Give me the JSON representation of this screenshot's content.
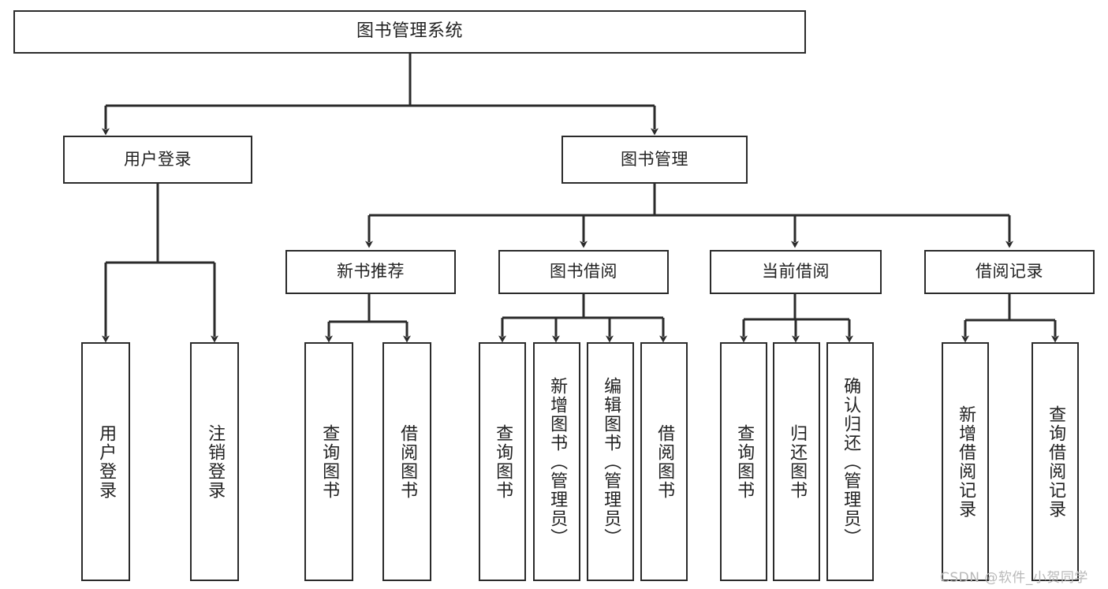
{
  "diagram": {
    "type": "tree-hierarchy-chart",
    "title": "图书管理系统",
    "line_color": "#2b2b2b",
    "box_fill": "#ffffff",
    "text_color": "#222222",
    "nodes": {
      "root": {
        "label": "图书管理系统"
      },
      "level2": [
        {
          "id": "user-login",
          "label": "用户登录"
        },
        {
          "id": "book-management",
          "label": "图书管理"
        }
      ],
      "level3": [
        {
          "id": "new-book-recommend",
          "label": "新书推荐"
        },
        {
          "id": "book-borrow",
          "label": "图书借阅"
        },
        {
          "id": "current-borrow",
          "label": "当前借阅"
        },
        {
          "id": "borrow-record",
          "label": "借阅记录"
        }
      ],
      "leaves": {
        "user_login": [
          {
            "id": "leaf-user-login",
            "label": "用户登录"
          },
          {
            "id": "leaf-logout-login",
            "label": "注销登录"
          }
        ],
        "new_book_recommend": [
          {
            "id": "leaf-query-book-1",
            "label": "查询图书"
          },
          {
            "id": "leaf-borrow-book-1",
            "label": "借阅图书"
          }
        ],
        "book_borrow": [
          {
            "id": "leaf-query-book-2",
            "label": "查询图书"
          },
          {
            "id": "leaf-add-book",
            "label": "新增图书（管理员）"
          },
          {
            "id": "leaf-edit-book",
            "label": "编辑图书（管理员）"
          },
          {
            "id": "leaf-borrow-book-2",
            "label": "借阅图书"
          }
        ],
        "current_borrow": [
          {
            "id": "leaf-query-book-3",
            "label": "查询图书"
          },
          {
            "id": "leaf-return-book",
            "label": "归还图书"
          },
          {
            "id": "leaf-confirm-return",
            "label": "确认归还（管理员）"
          }
        ],
        "borrow_record": [
          {
            "id": "leaf-add-record",
            "label": "新增借阅记录"
          },
          {
            "id": "leaf-query-record",
            "label": "查询借阅记录"
          }
        ]
      }
    },
    "watermark": "CSDN @软件_小贺同学"
  }
}
